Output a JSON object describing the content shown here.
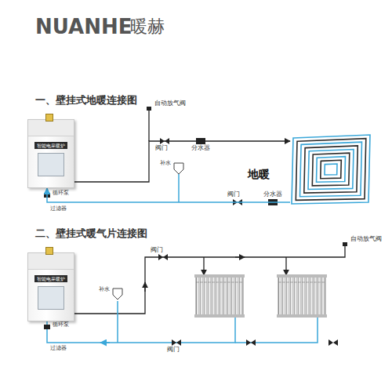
{
  "diagram": {
    "nodes": [
      {
        "text": [
          "智能电采暖炉"
        ]
      },
      {
        "text": [
          "地暖"
        ]
      },
      {
        "text": [
          "智能电采暖炉"
        ]
      }
    ],
    "edges": [
      {
        "from": 0,
        "to": 1,
        "arrow": "to"
      },
      {
        "from": 1,
        "to": 0,
        "arrow": "to"
      }
    ],
    "labels": [
      "NUANHE",
      "暖赫",
      "一、壁挂式地暖连接图",
      "自动放气阀",
      "阀门",
      "分水器",
      "补水",
      "循环泵",
      "过滤器",
      "阀门",
      "分水器",
      "二、壁挂式暖气片连接图",
      "阀门",
      "自动放气阀",
      "补水",
      "循环泵",
      "过滤器",
      "阀门"
    ]
  }
}
